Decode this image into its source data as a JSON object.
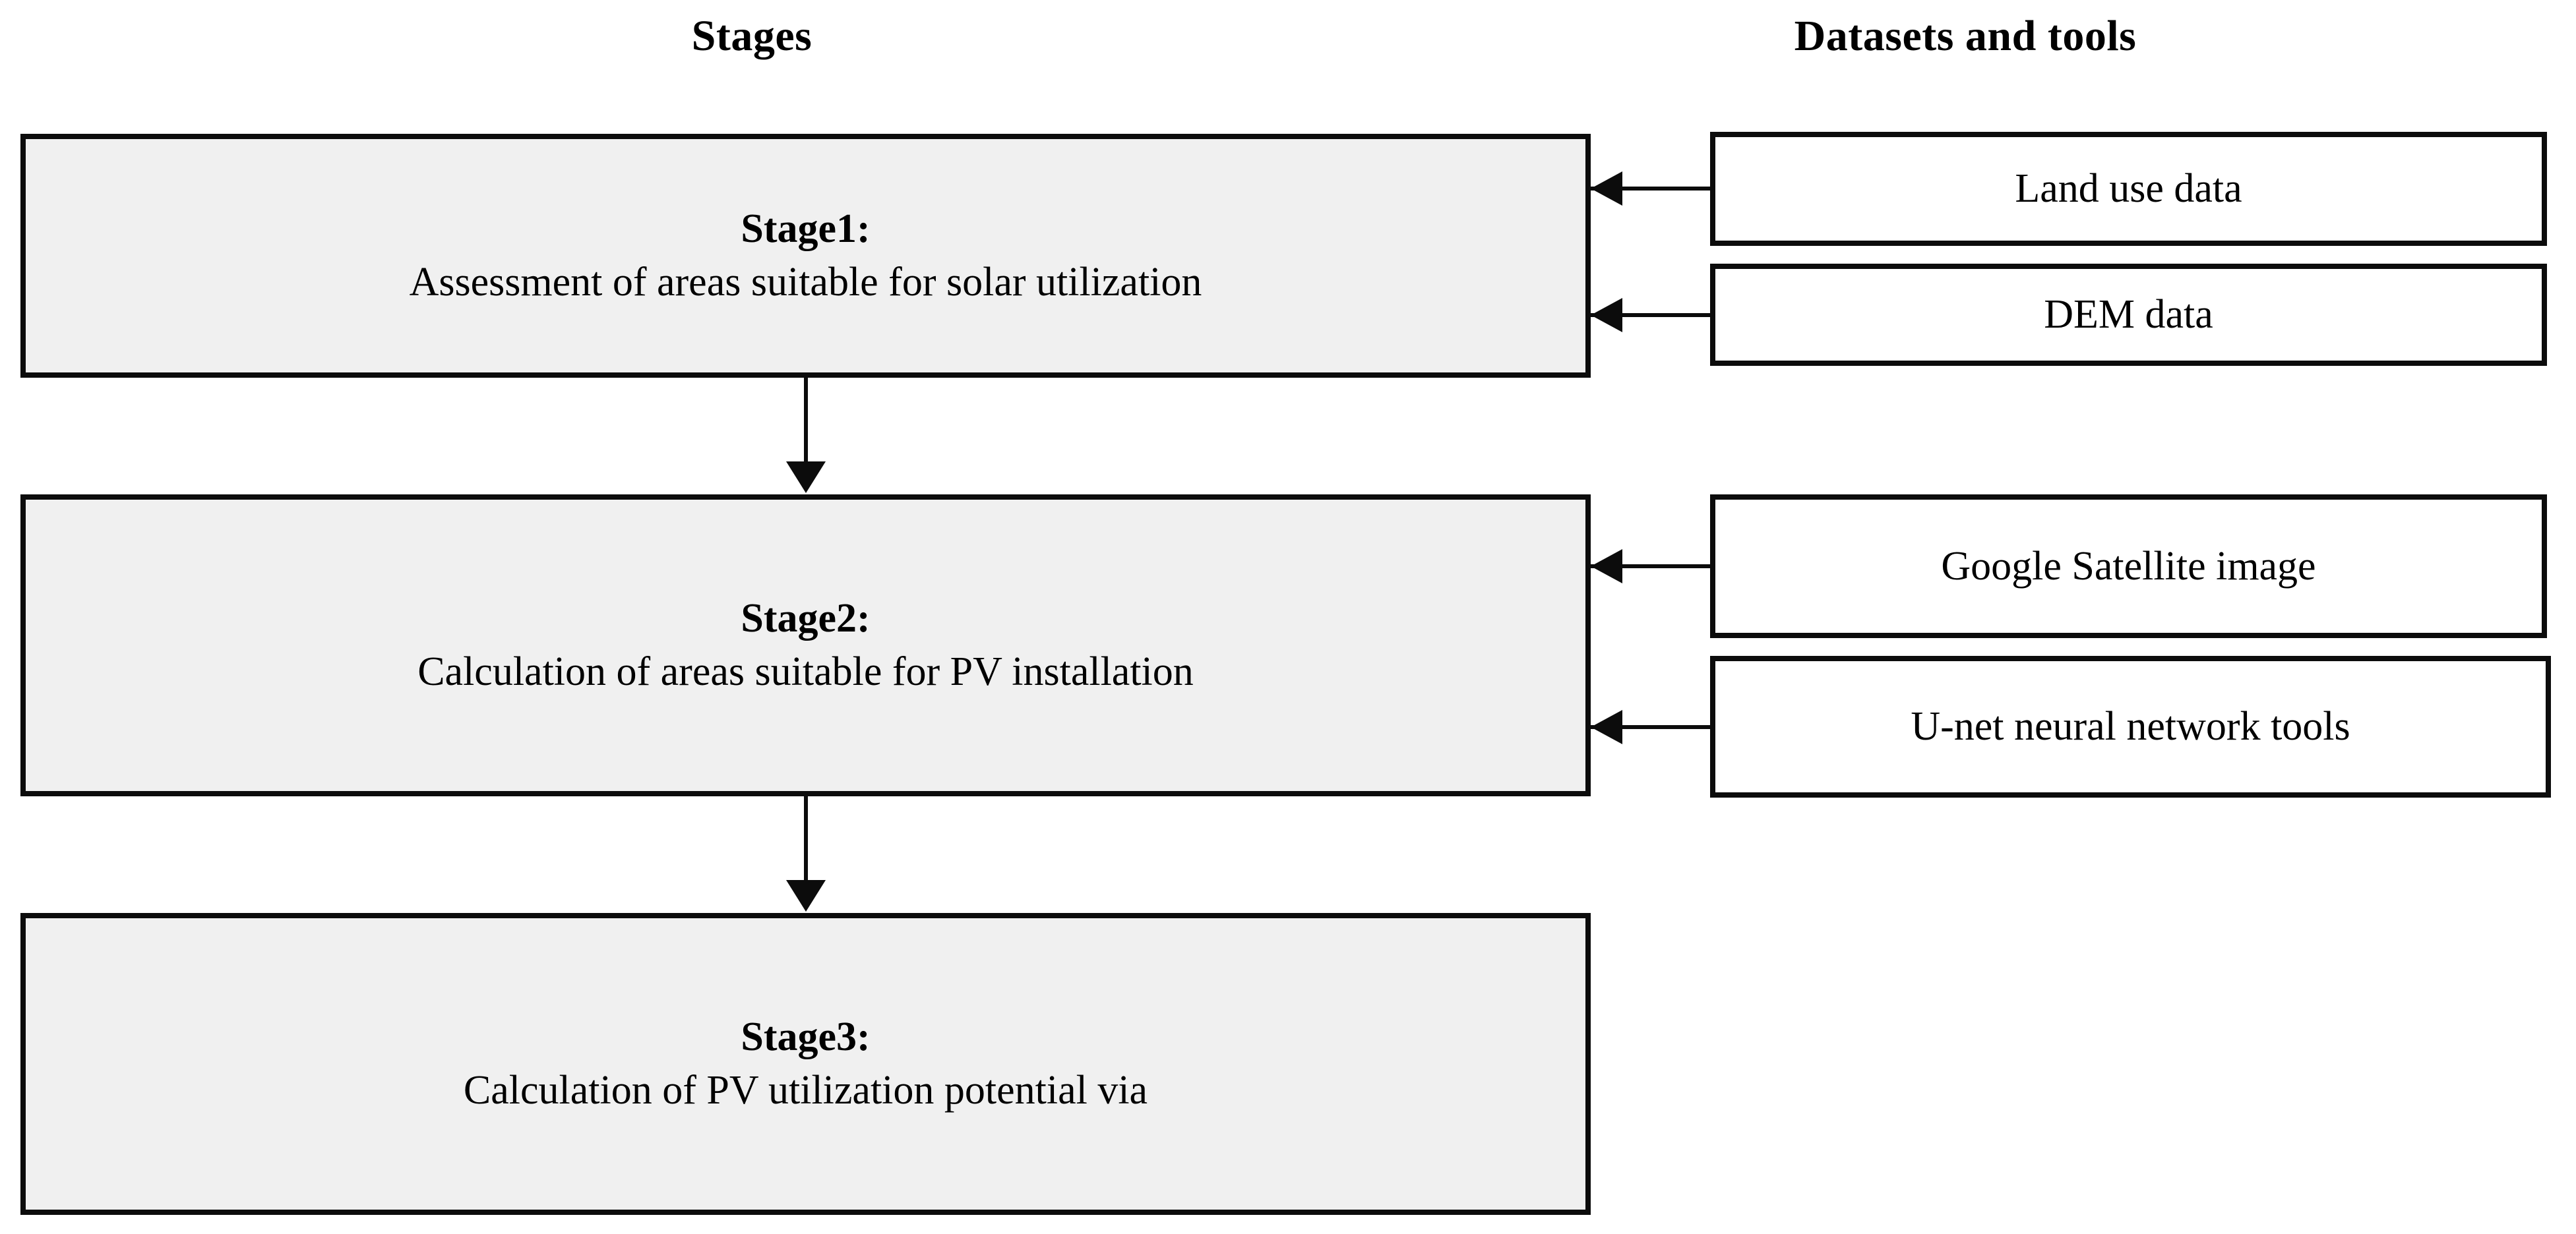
{
  "headings": {
    "left_column": "Stages",
    "right_column": "Datasets and tools"
  },
  "stages": [
    {
      "id": "stage1",
      "label": "Stage1:",
      "description": "Assessment of areas suitable for solar utilization"
    },
    {
      "id": "stage2",
      "label": "Stage2:",
      "description": "Calculation of areas suitable for PV installation"
    },
    {
      "id": "stage3",
      "label": "Stage3:",
      "description": "Calculation of PV utilization potential via"
    }
  ],
  "resources": [
    {
      "id": "landuse",
      "label": "Land use data",
      "feeds": "stage1"
    },
    {
      "id": "dem",
      "label": "DEM data",
      "feeds": "stage1"
    },
    {
      "id": "google",
      "label": "Google Satellite image",
      "feeds": "stage2"
    },
    {
      "id": "unet",
      "label": "U-net neural network tools",
      "feeds": "stage2"
    }
  ],
  "connectors": [
    {
      "id": "landuse-to-stage1",
      "direction": "left",
      "from": "landuse",
      "to": "stage1"
    },
    {
      "id": "dem-to-stage1",
      "direction": "left",
      "from": "dem",
      "to": "stage1"
    },
    {
      "id": "google-to-stage2",
      "direction": "left",
      "from": "google",
      "to": "stage2"
    },
    {
      "id": "unet-to-stage2",
      "direction": "left",
      "from": "unet",
      "to": "stage2"
    },
    {
      "id": "stage1-to-stage2",
      "direction": "down",
      "from": "stage1",
      "to": "stage2"
    },
    {
      "id": "stage2-to-stage3",
      "direction": "down",
      "from": "stage2",
      "to": "stage3"
    }
  ],
  "colors": {
    "stage_fill": "#f0f0f0",
    "resource_fill": "#ffffff",
    "stroke": "#0c0c0c",
    "background": "#ffffff",
    "text": "#000000"
  }
}
